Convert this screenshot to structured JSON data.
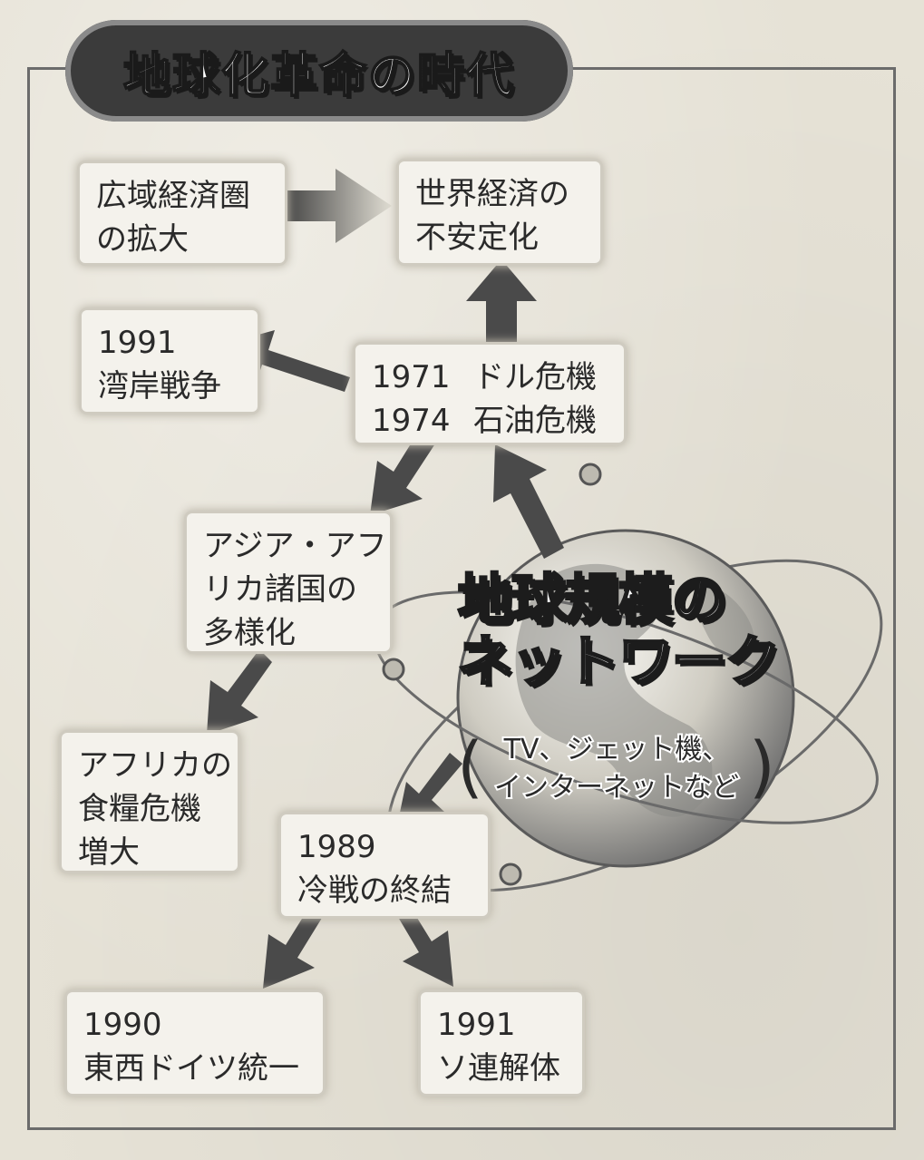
{
  "title": "地球化革命の時代",
  "nodes": {
    "wide_econ": [
      "広域経済圏",
      "の拡大"
    ],
    "world_econ": [
      "世界経済の",
      "不安定化"
    ],
    "gulf": {
      "year": "1991",
      "label": "湾岸戦争"
    },
    "crises": [
      {
        "year": "1971",
        "label": "ドル危機"
      },
      {
        "year": "1974",
        "label": "石油危機"
      }
    ],
    "asia_africa": [
      "アジア・アフ",
      "リカ諸国の",
      "多様化"
    ],
    "africa_food": [
      "アフリカの",
      "食糧危機",
      "増大"
    ],
    "cold_war": {
      "year": "1989",
      "label": "冷戦の終結"
    },
    "germany": {
      "year": "1990",
      "label": "東西ドイツ統一"
    },
    "soviet": {
      "year": "1991",
      "label": "ソ連解体"
    }
  },
  "network": {
    "title_lines": [
      "地球規模の",
      "ネットワーク"
    ],
    "paren_open": "(",
    "paren_close": ")",
    "sub_lines": [
      "TV、ジェット機、",
      "インターネットなど"
    ]
  },
  "colors": {
    "frame": "#6b6b6b",
    "pill": "#3b3b3b",
    "arrow": "#4a4a4a",
    "box_bg": "#f4f2ec",
    "globe_light": "#f2f0ea",
    "globe_dark": "#6e6e6e"
  }
}
